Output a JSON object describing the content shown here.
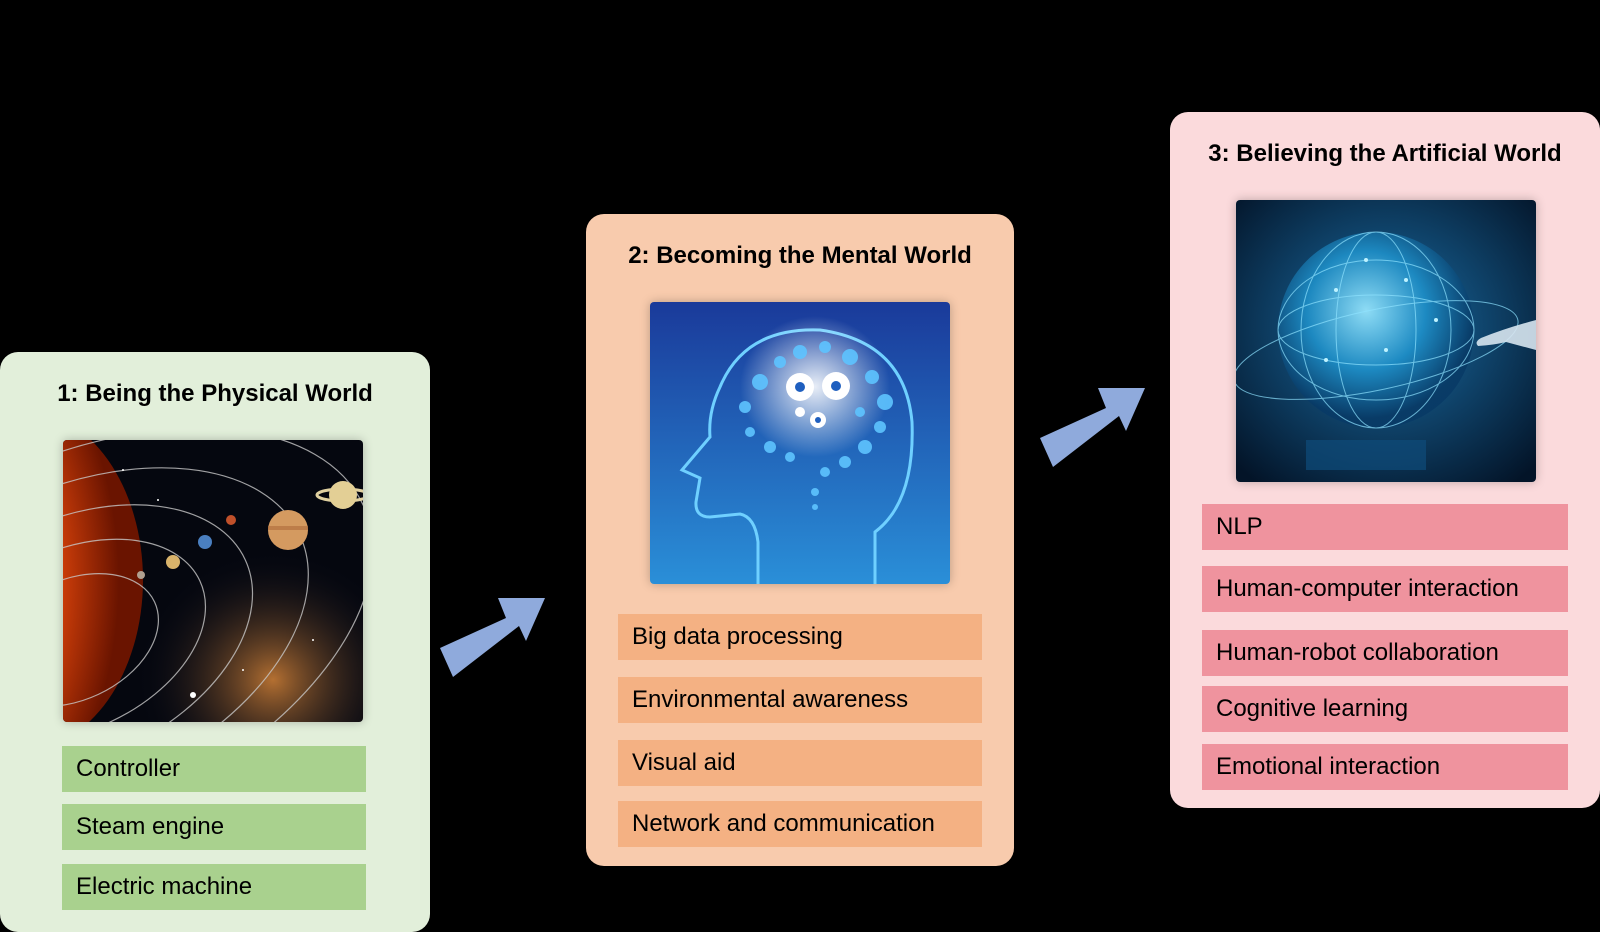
{
  "stages": [
    {
      "title": "1: Being the Physical World",
      "image_icon": "solar-system-icon",
      "color": "#e2efda",
      "item_color": "#a9d18e",
      "items": [
        "Controller",
        "Steam engine",
        "Electric machine"
      ]
    },
    {
      "title": "2: Becoming the Mental World",
      "image_icon": "brain-gears-icon",
      "color": "#f8cbad",
      "item_color": "#f4b183",
      "items": [
        "Big data processing",
        "Environmental awareness",
        "Visual aid",
        "Network and communication"
      ]
    },
    {
      "title": "3: Believing the Artificial World",
      "image_icon": "digital-globe-icon",
      "color": "#fbdadc",
      "item_color": "#ef939e",
      "items": [
        "NLP",
        "Human-computer interaction",
        "Human-robot collaboration",
        "Cognitive learning",
        "Emotional interaction"
      ]
    }
  ],
  "arrow_color": "#8faadc",
  "arrow_icon": "right-up-arrow-icon"
}
